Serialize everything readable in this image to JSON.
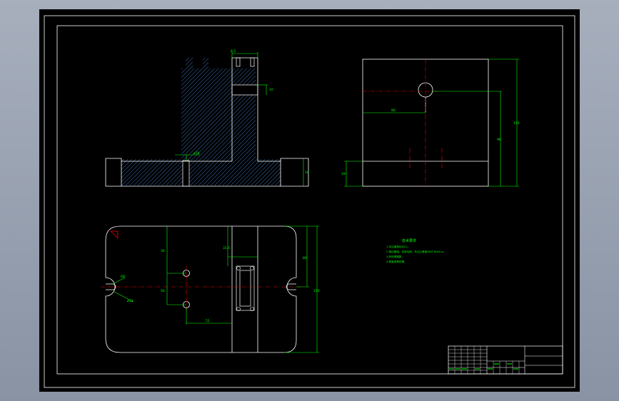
{
  "colors": {
    "background": "#000000",
    "outline": "#ffffff",
    "dimension": "#00ff00",
    "centerline": "#ff0000",
    "hatch": "#5aa0ff",
    "viewport": "#8e98a8"
  },
  "front_view": {
    "dims": {
      "top_width": "8.5",
      "slot_depth": "10",
      "hole_label": "ø10",
      "base_height": "18"
    }
  },
  "side_view": {
    "dims": {
      "left_offset": "80",
      "total_height": "150",
      "inner_height": "96",
      "base_height": "18"
    }
  },
  "plan_view": {
    "dims": {
      "hole_offset_y": "30",
      "hole_spacing": "50",
      "slot_depth": "31.5",
      "width_right": "80",
      "total_height": "150",
      "left_notch_a": "R8",
      "left_notch_b": "ø12",
      "bottom_dim": "51"
    }
  },
  "tech_notes": {
    "title": "技术要求",
    "lines": [
      "1.未注倒角均为C1。",
      "2.锐边倒钝，去除毛刺，未注公差按GB/T1804-m。",
      "3.热处理调质。",
      "4.表面发黑处理。"
    ]
  },
  "title_block": {
    "cells": [
      "",
      "",
      "",
      "",
      "",
      "",
      "",
      ""
    ]
  }
}
